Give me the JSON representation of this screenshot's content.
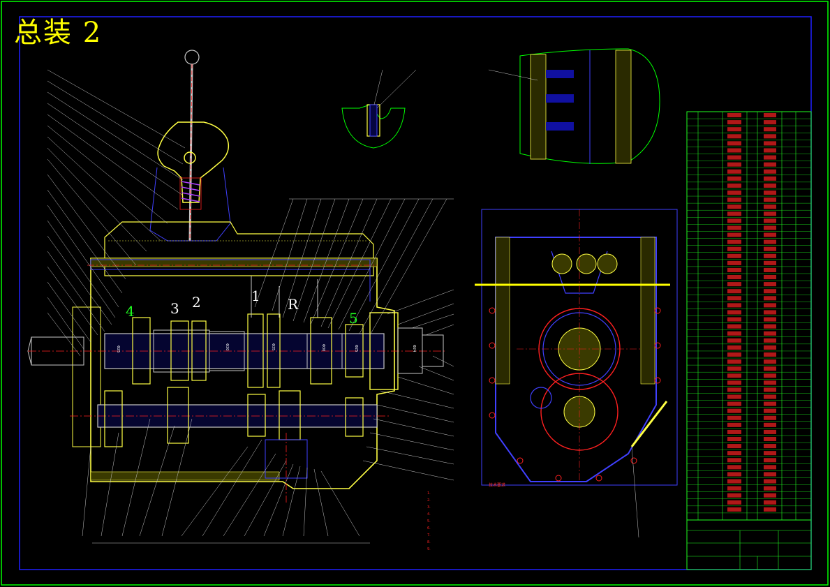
{
  "sheet": {
    "title": "总装 2",
    "colors": {
      "frame": "#2020ff",
      "outer_frame": "#00ff00",
      "section_hatch": "#ffff44",
      "outline": "#4040ff",
      "center_line": "#ff2020",
      "leaders": "#c8c8c8",
      "title_color": "#ffff00",
      "gear_label_white": "#ffffff",
      "gear_label_green": "#20ff20",
      "table_lines": "#20ff20",
      "table_text": "#ff3030"
    }
  },
  "gear_labels": [
    {
      "id": "gear-4",
      "text": "4",
      "color": "#20ff20"
    },
    {
      "id": "gear-3",
      "text": "3",
      "color": "#ffffff"
    },
    {
      "id": "gear-2",
      "text": "2",
      "color": "#ffffff"
    },
    {
      "id": "gear-1",
      "text": "1",
      "color": "#ffffff"
    },
    {
      "id": "gear-R",
      "text": "R",
      "color": "#ffffff"
    },
    {
      "id": "gear-5",
      "text": "5",
      "color": "#20ff20"
    }
  ],
  "shaft_dims": [
    "Φ25",
    "Φ30",
    "Φ35",
    "Φ30",
    "Φ25",
    "Φ24"
  ],
  "technical_notes": {
    "title": "技术要求",
    "lines": [
      "1. ",
      "2. ",
      "3. ",
      "4. ",
      "5. ",
      "6. ",
      "7. ",
      "8. ",
      "9. "
    ]
  },
  "parts_list": {
    "row_count": 58
  },
  "title_block": {
    "scale_label": "",
    "sheet_label": ""
  }
}
